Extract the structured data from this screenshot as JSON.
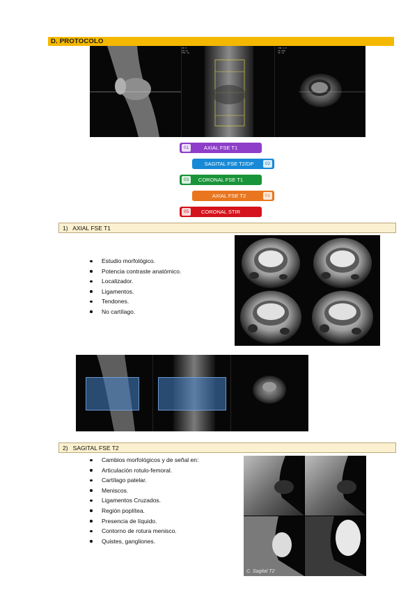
{
  "section_d": {
    "title": "D.  PROTOCOLO"
  },
  "top_scouts": {
    "overlay_text": [
      "SE:3",
      "IM:12",
      "FOV 16",
      "THK 4.0",
      "TR 600",
      "TE 12"
    ]
  },
  "protocol_steps": [
    {
      "num": "01",
      "label": "AXIAL FSE T1",
      "color": "#8e3ec9"
    },
    {
      "num": "02",
      "label": "SAGITAL FSE T2/DP",
      "color": "#1789d6"
    },
    {
      "num": "03",
      "label": "CORONAL FSE T1",
      "color": "#1a9438"
    },
    {
      "num": "01",
      "label": "AXIAL FSE T2",
      "color": "#e9761e"
    },
    {
      "num": "05",
      "label": "CORONAL STIR",
      "color": "#d4131c"
    }
  ],
  "section_1": {
    "number": "1)",
    "title": "AXIAL FSE T1",
    "bullets": [
      "Estudio morfológico.",
      "Potencia contraste anatómico.",
      "Localizador.",
      "Ligamentos.",
      "Tendones.",
      "No cartílago."
    ]
  },
  "section_2": {
    "number": "2)",
    "title": "SAGITAL FSE T2",
    "bullets": [
      "Cambios morfológicos y de señal en:",
      "Articulación rotulo-femoral.",
      "Cartílago patelar.",
      "Meniscos.",
      "Ligamentos Cruzados.",
      "Región poplítea.",
      "Presencia de líquido.",
      "Contorno de rotura menisco.",
      "Quistes, gangliones."
    ],
    "image_caption": "C. Sagital T2"
  },
  "colors": {
    "header_d_bg": "#f5b800",
    "section_header_bg": "#fbf0cf",
    "section_header_border": "#b9a77a"
  }
}
